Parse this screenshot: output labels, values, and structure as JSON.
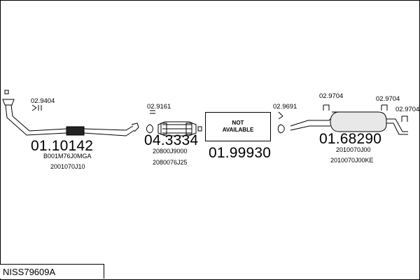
{
  "diagram_id": "NISS79609A",
  "parts": [
    {
      "number": "01.10142",
      "refs": [
        "B001M76J0MGA",
        "2001070J10"
      ]
    },
    {
      "number": "04.3334",
      "refs": [
        "20800J9000",
        "2080076J25"
      ]
    },
    {
      "number": "01.99930",
      "refs": []
    },
    {
      "number": "01.68290",
      "refs": [
        "2010070J00",
        "2010070J00KE"
      ]
    }
  ],
  "fittings": {
    "f1": "02.9404",
    "f2": "02.9161",
    "f3": "02.9691",
    "f4": "02.9704",
    "f5": "02.9704",
    "f6": "02.9704"
  },
  "not_available": {
    "line1": "NOT",
    "line2": "AVAILABLE"
  }
}
